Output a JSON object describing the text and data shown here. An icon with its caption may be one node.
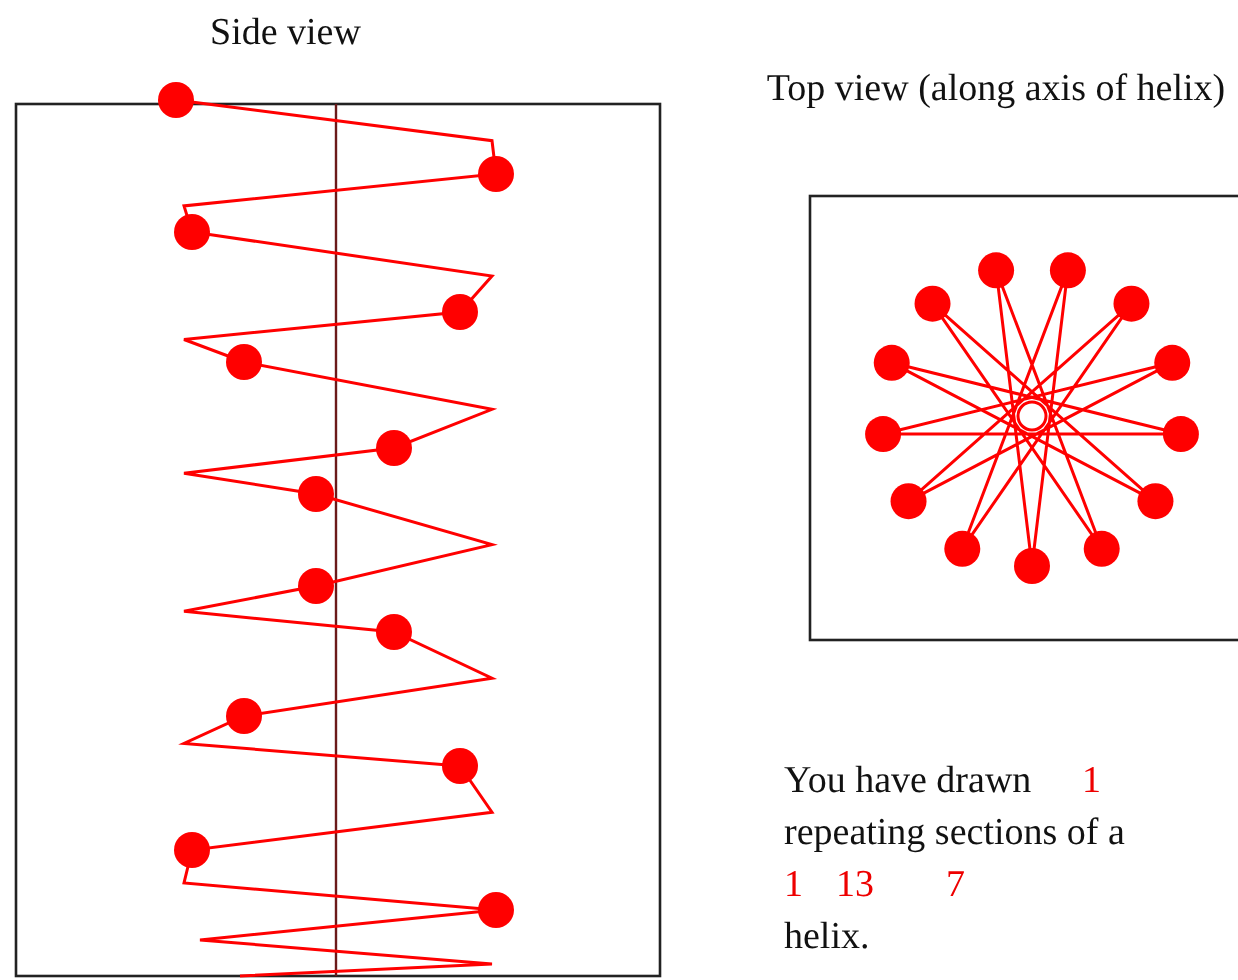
{
  "diagram": {
    "labels": [
      "Side view",
      "Top view (along axis of helix)",
      "You have drawn",
      "1",
      "repeating sections of a",
      "1",
      "13",
      "7",
      "helix."
    ]
  }
}
